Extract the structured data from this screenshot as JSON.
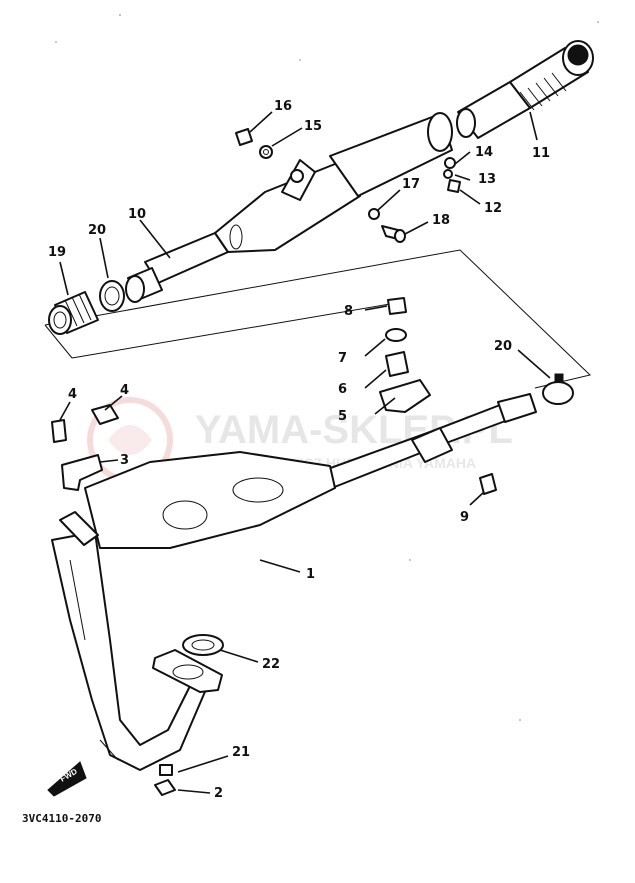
{
  "diagram_code": "3VC4110-2070",
  "watermark": {
    "main": "YAMA-SKLEP.PL",
    "sub": "WOJCIECHOWICZ HURTOWNIA YAMAHA"
  },
  "fwd_label": "FWD",
  "callouts": [
    "1",
    "2",
    "3",
    "4",
    "4",
    "5",
    "6",
    "7",
    "8",
    "9",
    "10",
    "11",
    "12",
    "13",
    "14",
    "15",
    "16",
    "17",
    "18",
    "19",
    "20",
    "20",
    "21",
    "22"
  ]
}
